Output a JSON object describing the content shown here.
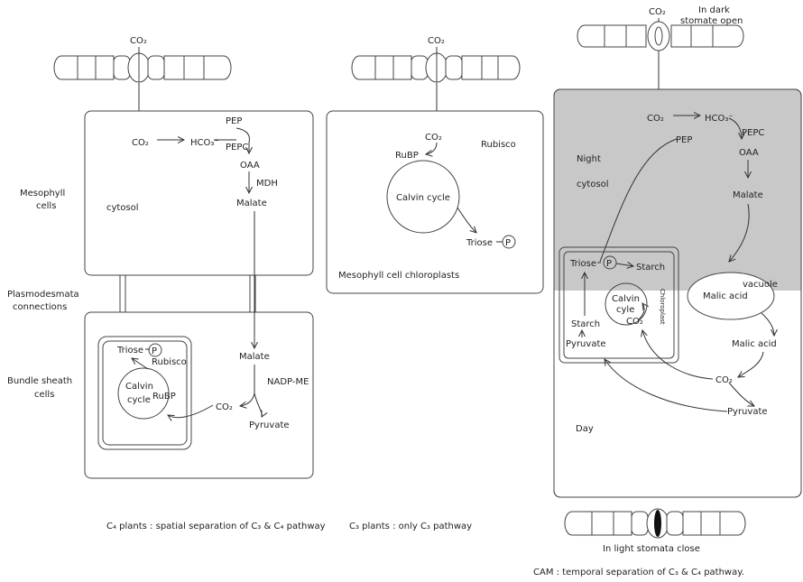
{
  "colors": {
    "night_shade": "#c8c8c8",
    "line": "#333333",
    "background": "#ffffff"
  },
  "common": {
    "co2_sym": "CO₂",
    "hco3_sym": "HCO₃⁻",
    "p": "P",
    "pep": "PEP",
    "pepc": "PEPC",
    "oaa": "OAA",
    "malate": "Malate",
    "triose": "Triose",
    "rubisco": "Rubisco",
    "rubp": "RuBP",
    "calvin": "Calvin",
    "cycle": "cycle",
    "calvin_cycle": "Calvin cycle",
    "pyruvate": "Pyruvate",
    "starch": "Starch",
    "malic_acid": "Malic acid"
  },
  "c4": {
    "mdh": "MDH",
    "cytosol": "cytosol",
    "mesophyll_1": "Mesophyll",
    "mesophyll_2": "cells",
    "plasmo_1": "Plasmodesmata",
    "plasmo_2": "connections",
    "bundle_1": "Bundle sheath",
    "bundle_2": "cells",
    "nadp_me": "NADP-ME",
    "caption": "C₄ plants : spatial separation of C₃ & C₄ pathway"
  },
  "c3": {
    "chloroplast_label": "Mesophyll cell chloroplasts",
    "caption": "C₃ plants : only C₃ pathway"
  },
  "cam": {
    "dark_1": "In dark",
    "dark_2": "stomate open",
    "night": "Night",
    "cytosol": "cytosol",
    "vacuole": "vacuole",
    "day": "Day",
    "chloroplast": "Chloroplast",
    "cyle": "cyle",
    "light": "In light stomata close",
    "caption": "CAM : temporal separation of C₃ & C₄ pathway."
  }
}
